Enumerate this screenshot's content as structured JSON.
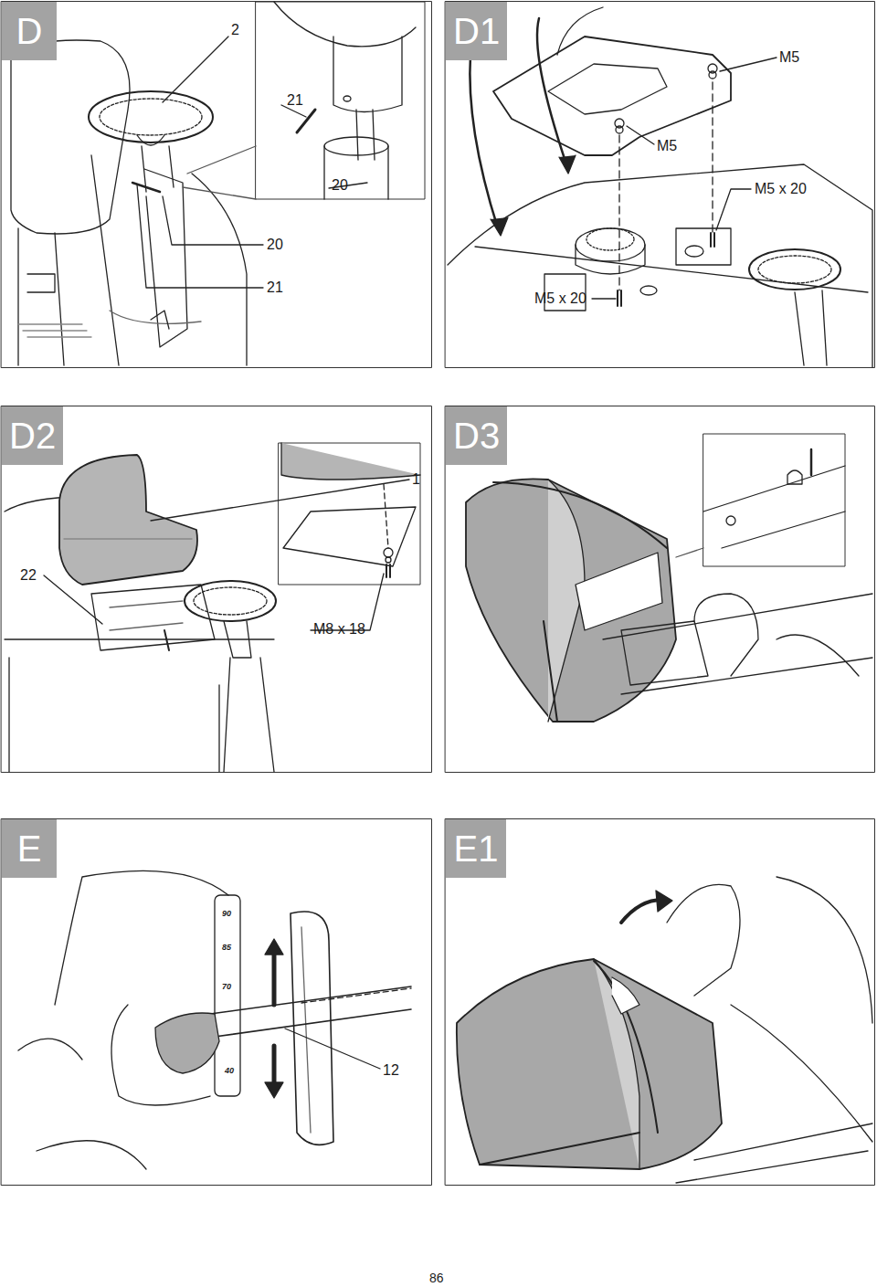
{
  "diagram": {
    "nodes": [
      {
        "text": [
          "D"
        ]
      },
      {
        "text": [
          "D1"
        ]
      },
      {
        "text": [
          "D2"
        ]
      },
      {
        "text": [
          "D3"
        ]
      },
      {
        "text": [
          "E"
        ]
      },
      {
        "text": [
          "E1"
        ]
      }
    ],
    "labels": [
      "2",
      "21",
      "20",
      "20",
      "21",
      "M5",
      "M5",
      "M5 x 20",
      "M5 x 20",
      "1",
      "22",
      "M8 x 18",
      "90",
      "85",
      "70",
      "40",
      "12",
      "86"
    ]
  }
}
